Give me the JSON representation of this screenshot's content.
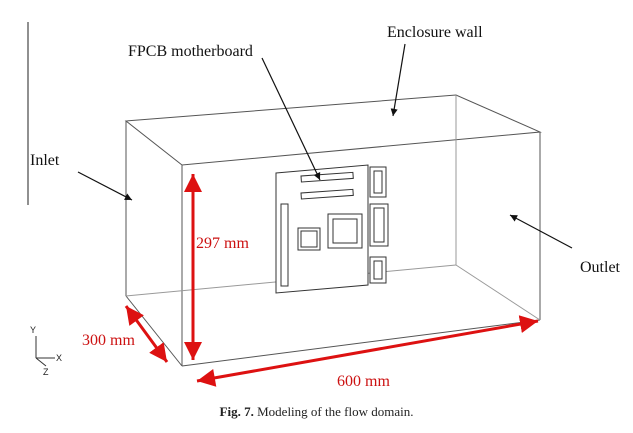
{
  "labels": {
    "enclosure_wall": "Enclosure wall",
    "fpcb_motherboard": "FPCB motherboard",
    "inlet": "Inlet",
    "outlet": "Outlet"
  },
  "dimensions": {
    "height": "297 mm",
    "depth": "300 mm",
    "length": "600 mm"
  },
  "axes": {
    "y": "Y",
    "x": "X",
    "z": "Z"
  },
  "caption": {
    "prefix": "Fig. 7.",
    "text": "Modeling of the flow domain."
  },
  "colors": {
    "dimension": "#cc1111",
    "line": "#333333"
  }
}
